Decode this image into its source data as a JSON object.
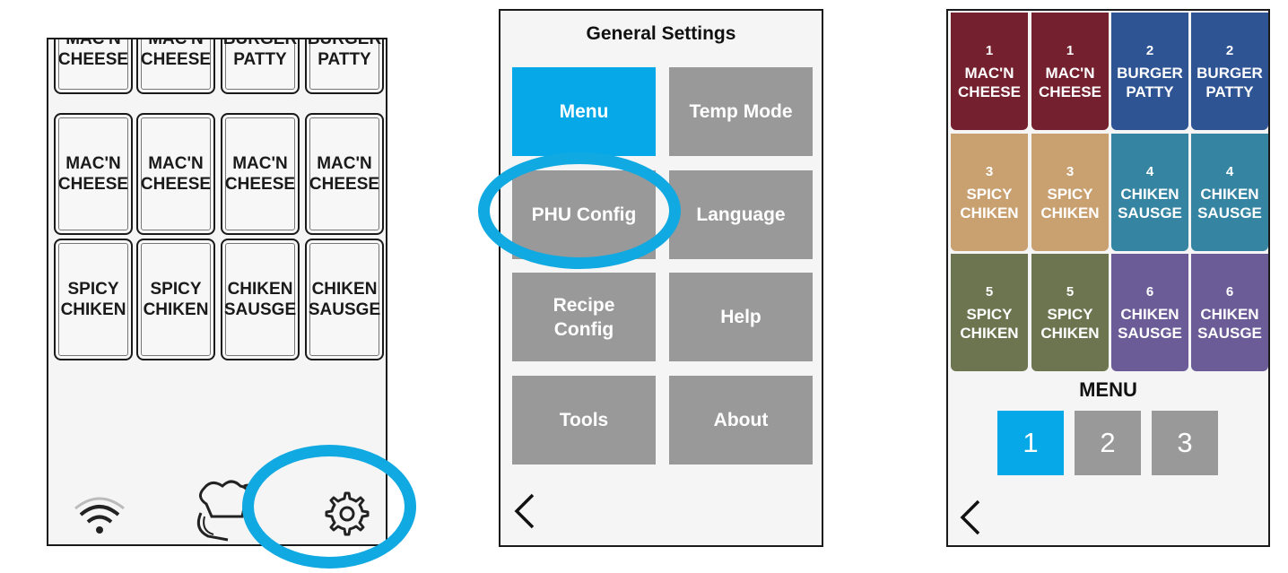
{
  "screen1": {
    "tiles": [
      "MAC'N\nCHEESE",
      "MAC'N\nCHEESE",
      "BURGER\nPATTY",
      "BURGER\nPATTY",
      "MAC'N\nCHEESE",
      "MAC'N\nCHEESE",
      "MAC'N\nCHEESE",
      "MAC'N\nCHEESE",
      "SPICY\nCHIKEN",
      "SPICY\nCHIKEN",
      "CHIKEN\nSAUSGE",
      "CHIKEN\nSAUSGE"
    ],
    "icons": {
      "wifi": "wifi-icon",
      "chef": "chef-hat-icon",
      "settings": "gear-icon"
    }
  },
  "screen2": {
    "title": "General Settings",
    "buttons": [
      "Menu",
      "Temp Mode",
      "PHU Config",
      "Language",
      "Recipe\nConfig",
      "Help",
      "Tools",
      "About"
    ],
    "active_button": "Menu",
    "back_icon": "chevron-left-icon"
  },
  "screen3": {
    "tiles": [
      {
        "num": "1",
        "label": "MAC'N\nCHEESE",
        "color": "#74202e"
      },
      {
        "num": "1",
        "label": "MAC'N\nCHEESE",
        "color": "#74202e"
      },
      {
        "num": "2",
        "label": "BURGER\nPATTY",
        "color": "#2f5494"
      },
      {
        "num": "2",
        "label": "BURGER\nPATTY",
        "color": "#2f5494"
      },
      {
        "num": "3",
        "label": "SPICY\nCHIKEN",
        "color": "#c9a070"
      },
      {
        "num": "3",
        "label": "SPICY\nCHIKEN",
        "color": "#c9a070"
      },
      {
        "num": "4",
        "label": "CHIKEN\nSAUSGE",
        "color": "#3585a2"
      },
      {
        "num": "4",
        "label": "CHIKEN\nSAUSGE",
        "color": "#3585a2"
      },
      {
        "num": "5",
        "label": "SPICY\nCHIKEN",
        "color": "#6d7550"
      },
      {
        "num": "5",
        "label": "SPICY\nCHIKEN",
        "color": "#6d7550"
      },
      {
        "num": "6",
        "label": "CHIKEN\nSAUSGE",
        "color": "#6b5c98"
      },
      {
        "num": "6",
        "label": "CHIKEN\nSAUSGE",
        "color": "#6b5c98"
      }
    ],
    "menu_label": "MENU",
    "pages": [
      "1",
      "2",
      "3"
    ],
    "active_page": "1",
    "back_icon": "chevron-left-icon"
  },
  "colors": {
    "accent": "#06a8e8",
    "button_gray": "#999999",
    "highlight_ring": "#10a9e2"
  }
}
